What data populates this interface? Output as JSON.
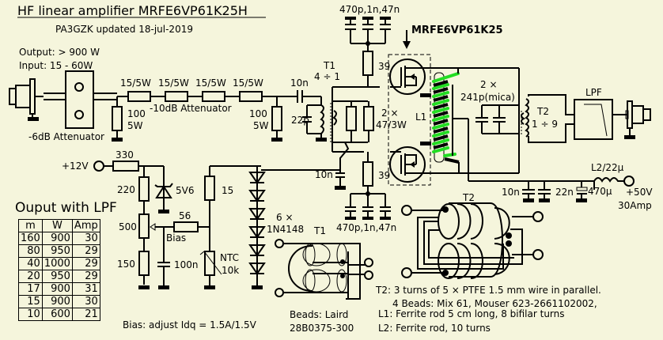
{
  "title": "HF linear amplifier MRFE6VP61K25H",
  "subtitle": "PA3GZK updated 18-jul-2019",
  "specs": {
    "output": "Output: > 900 W",
    "input": "Input: 15 - 60W"
  },
  "labels": {
    "att6": "-6dB Attenuator",
    "att10": "-10dB Attenuator",
    "r15a": "15/5W",
    "r15b": "15/5W",
    "r15c": "15/5W",
    "r15d": "15/5W",
    "r100a_1": "100",
    "r100a_2": "5W",
    "r100b_1": "100",
    "r100b_2": "5W",
    "c10n_in": "10n",
    "c22p": "22p",
    "t1_name": "T1",
    "t1_ratio": "4 ÷ 1",
    "r47_1": "2 ×",
    "r47_2": "47/3W",
    "r39_top": "39",
    "r39_bot": "39",
    "caps_top": "470p,1n,47n",
    "caps_bot": "470p,1n,47n",
    "transistor": "MRFE6VP61K25",
    "l1": "L1",
    "cmica_1": "2 ×",
    "cmica_2": "241p(mica)",
    "t2_name": "T2",
    "t2_ratio": "1 ÷ 9",
    "lpf": "LPF",
    "c10n_gate": "10n",
    "plus12": "+12V",
    "r330": "330",
    "r220": "220",
    "z5v6": "5V6",
    "r500": "500",
    "r150": "150",
    "r56": "56",
    "bias": "Bias",
    "c100n": "100n",
    "r15": "15",
    "ntc_1": "NTC",
    "ntc_2": "10k",
    "diodes_1": "6 ×",
    "diodes_2": "1N4148",
    "l2": "L2/22µ",
    "c10n_out": "10n",
    "c22n": "22n",
    "c470u": "470µ",
    "supply_1": "+50V",
    "supply_2": "30Amp",
    "t1_bal": "T1",
    "t2_bal": "T2",
    "beads_1": "Beads: Laird",
    "beads_2": "28B0375-300",
    "note_bias": "Bias: adjust Idq = 1.5A/1.5V",
    "note_t2": "T2: 3 turns of 5 × PTFE 1.5 mm wire in parallel.",
    "note_beads": "4 Beads: Mix 61, Mouser 623-2661102002,",
    "note_l1": "L1: Ferrite rod 5 cm long, 8 bifilar turns",
    "note_l2": "L2: Ferrite rod, 10 turns"
  },
  "table": {
    "title": "Ouput with LPF",
    "headers": [
      "m",
      "W",
      "Amp"
    ],
    "rows": [
      [
        "160",
        "900",
        "30"
      ],
      [
        "80",
        "950",
        "29"
      ],
      [
        "40",
        "1000",
        "29"
      ],
      [
        "20",
        "950",
        "29"
      ],
      [
        "17",
        "900",
        "31"
      ],
      [
        "15",
        "900",
        "30"
      ],
      [
        "10",
        "600",
        "21"
      ]
    ]
  },
  "colors": {
    "background": "#f5f5dc",
    "winding": "#22dd22"
  }
}
